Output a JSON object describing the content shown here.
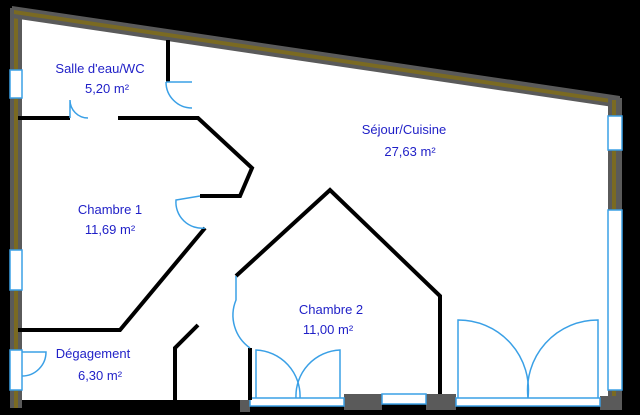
{
  "rooms": {
    "salle_eau": {
      "name": "Salle d'eau/WC",
      "area": "5,20 m²"
    },
    "sejour": {
      "name": "Séjour/Cuisine",
      "area": "27,63 m²"
    },
    "chambre1": {
      "name": "Chambre 1",
      "area": "11,69 m²"
    },
    "chambre2": {
      "name": "Chambre 2",
      "area": "11,00 m²"
    },
    "degagement": {
      "name": "Dégagement",
      "area": "6,30 m²"
    }
  },
  "colors": {
    "background": "#000000",
    "floor": "#ffffff",
    "exterior_wall": "#5a5a5a",
    "wall_core": "#7a6a22",
    "interior_wall": "#000000",
    "window": "#3aa0e6",
    "door": "#3aa0e6",
    "label": "#1f1fc7"
  }
}
